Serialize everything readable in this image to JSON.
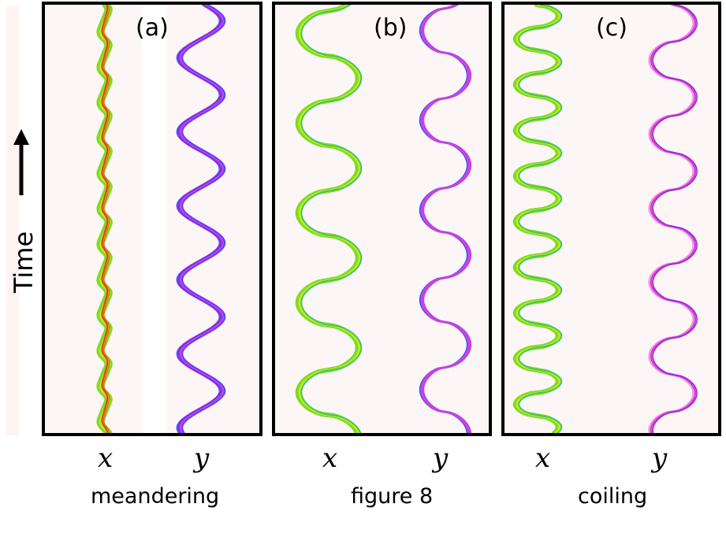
{
  "time_label": "Time",
  "panels": [
    {
      "label": "(a)",
      "caption": "meandering",
      "xvar": "x",
      "yvar": "y"
    },
    {
      "label": "(b)",
      "caption": "figure 8",
      "xvar": "x",
      "yvar": "y"
    },
    {
      "label": "(c)",
      "caption": "coiling",
      "xvar": "x",
      "yvar": "y"
    }
  ],
  "colors": {
    "x_trace": "#7fdc1e",
    "x_core": "#e23b2b",
    "y_trace_a": "#8a2be2",
    "y_trace_bc": "#e23ad6",
    "accent_blue": "#3b5bff",
    "frame": "#000000",
    "panel_bg": "#fdf6f6"
  }
}
